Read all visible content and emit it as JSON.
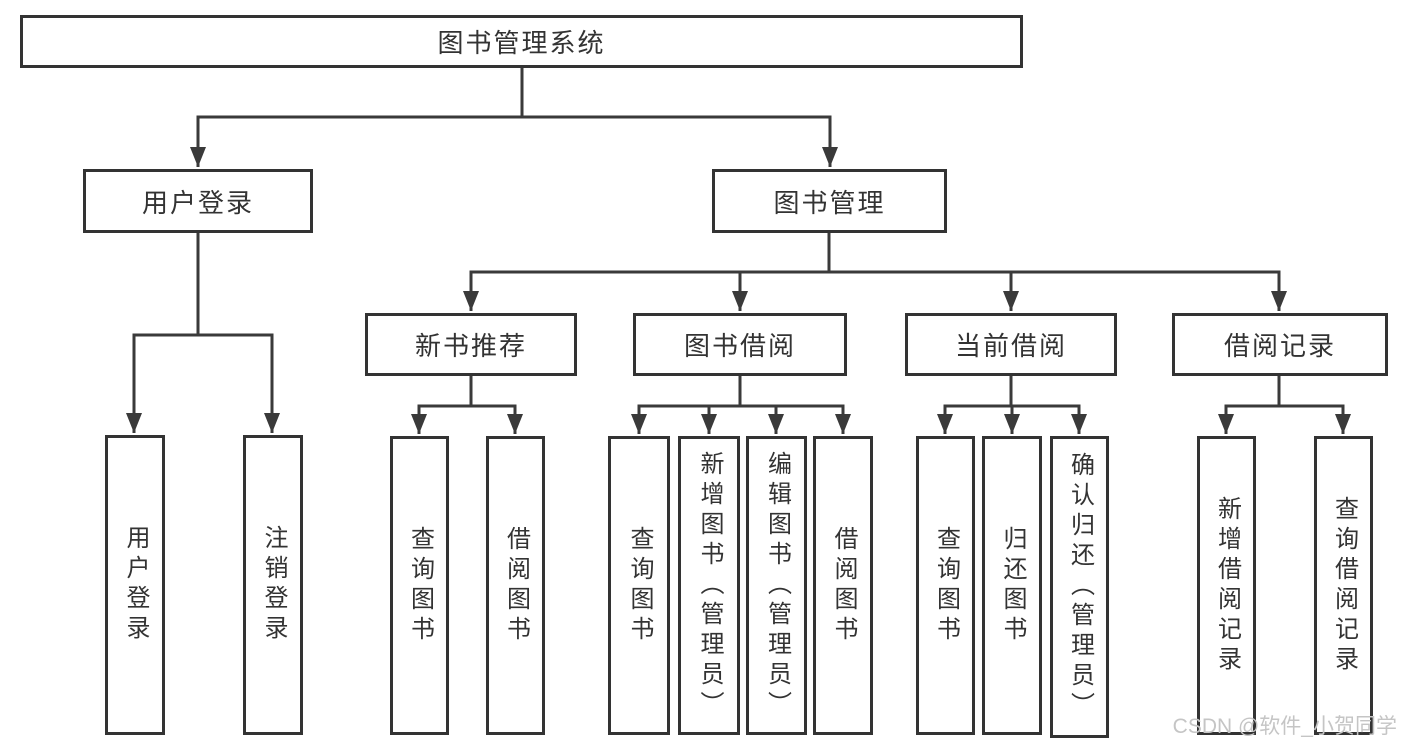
{
  "diagram": {
    "root": {
      "label": "图书管理系统"
    },
    "user_login": {
      "label": "用户登录",
      "children": [
        {
          "label": "用户登录"
        },
        {
          "label": "注销登录"
        }
      ]
    },
    "book_mgmt": {
      "label": "图书管理",
      "new_books": {
        "label": "新书推荐",
        "children": [
          {
            "label": "查询图书"
          },
          {
            "label": "借阅图书"
          }
        ]
      },
      "book_borrow": {
        "label": "图书借阅",
        "children": [
          {
            "label": "查询图书"
          },
          {
            "label": "新增图书（管理员）"
          },
          {
            "label": "编辑图书（管理员）"
          },
          {
            "label": "借阅图书"
          }
        ]
      },
      "current_borrow": {
        "label": "当前借阅",
        "children": [
          {
            "label": "查询图书"
          },
          {
            "label": "归还图书"
          },
          {
            "label": "确认归还（管理员）"
          }
        ]
      },
      "borrow_records": {
        "label": "借阅记录",
        "children": [
          {
            "label": "新增借阅记录"
          },
          {
            "label": "查询借阅记录"
          }
        ]
      }
    }
  },
  "watermark": "CSDN @软件_小贺同学",
  "colors": {
    "line": "#3a3a3a",
    "box_border": "#333333",
    "text": "#333333",
    "watermark": "#c5c5c5",
    "background": "#ffffff"
  }
}
